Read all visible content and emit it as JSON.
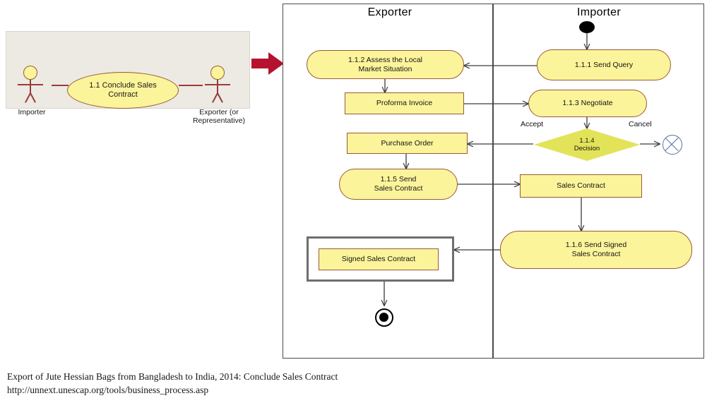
{
  "usecase": {
    "actor_left": {
      "label": "Importer",
      "icon": "actor-stick-figure"
    },
    "actor_right": {
      "label": "Exporter (or\nRepresentative)",
      "label_line1": "Exporter (or",
      "label_line2": "Representative)"
    },
    "ellipse": {
      "line1": "1.1 Conclude Sales",
      "line2": "Contract"
    }
  },
  "transition": {
    "icon": "red-right-arrow",
    "color": "#b51230"
  },
  "activity": {
    "lanes": [
      {
        "title": "Exporter"
      },
      {
        "title": "Importer"
      }
    ],
    "nodes": {
      "initial": {
        "name": "initial-node",
        "shape": "filled-circle"
      },
      "send_query": {
        "label": "1.1.1 Send Query",
        "shape": "rounded"
      },
      "assess_market": {
        "line1": "1.1.2 Assess the Local",
        "line2": "Market Situation",
        "shape": "rounded"
      },
      "proforma_invoice": {
        "label": "Proforma Invoice",
        "shape": "rect"
      },
      "negotiate": {
        "label": "1.1.3 Negotiate",
        "shape": "rounded"
      },
      "decision": {
        "line1": "1.1.4",
        "line2": "Decision",
        "shape": "diamond"
      },
      "purchase_order": {
        "label": "Purchase Order",
        "shape": "rect"
      },
      "send_sales_contract": {
        "line1": "1.1.5 Send",
        "line2": "Sales Contract",
        "shape": "rounded"
      },
      "sales_contract": {
        "label": "Sales Contract",
        "shape": "rect"
      },
      "send_signed_sales_contract": {
        "line1": "1.1.6 Send  Signed",
        "line2": "Sales Contract",
        "shape": "rounded"
      },
      "signed_sales_contract": {
        "label": "Signed Sales Contract",
        "shape": "rect-framed"
      },
      "flow_final": {
        "name": "flow-final-node",
        "shape": "circle-with-x"
      },
      "final": {
        "name": "activity-final-node",
        "shape": "bullseye"
      }
    },
    "guards": {
      "accept": "Accept",
      "cancel": "Cancel"
    }
  },
  "caption": {
    "line1": "Export of Jute Hessian Bags from Bangladesh to India, 2014: Conclude Sales Contract",
    "line2": "http://unnext.unescap.org/tools/business_process.asp"
  },
  "colors": {
    "node_fill": "#fbf49a",
    "node_stroke": "#9a5a36",
    "decision_fill": "#e3e35a",
    "frame_stroke": "#4a4a4a",
    "panel_bg": "#eceae2",
    "accent_red": "#b51230",
    "flow_final_stroke": "#5b6fa8"
  }
}
